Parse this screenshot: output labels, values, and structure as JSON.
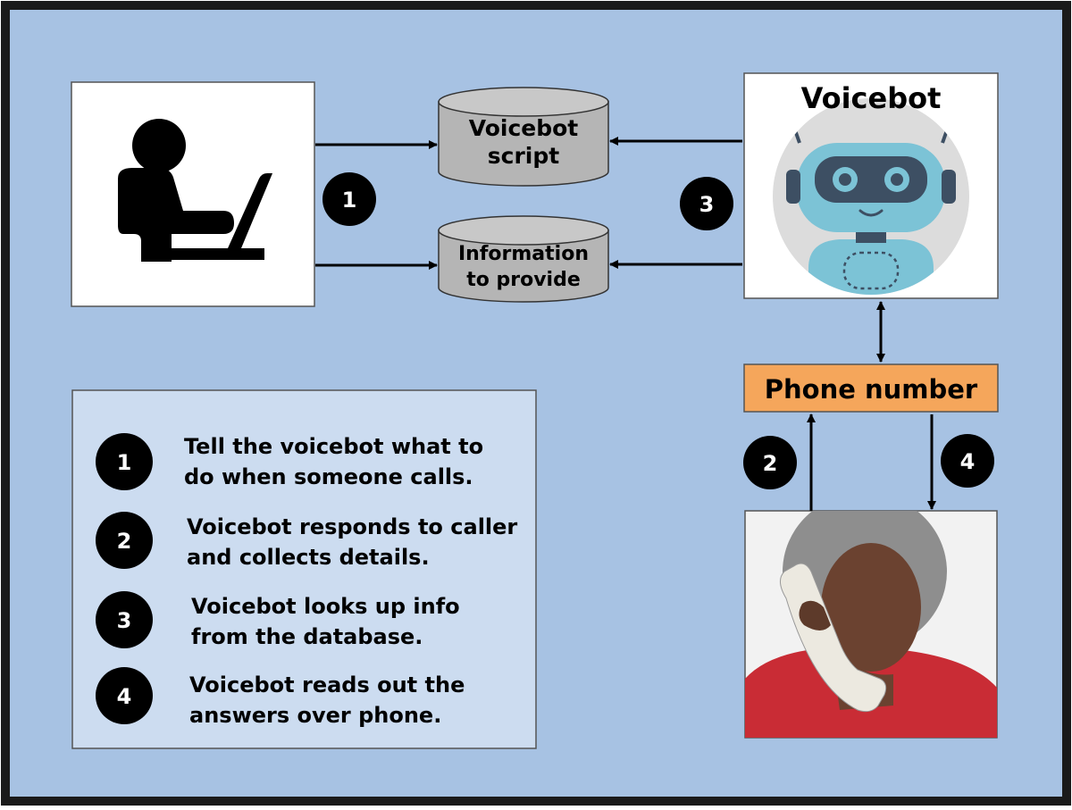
{
  "nodes": {
    "db_script": {
      "line1": "Voicebot",
      "line2": "script"
    },
    "db_info": {
      "line1": "Information",
      "line2": "to provide"
    },
    "voicebot": {
      "label": "Voicebot"
    },
    "phone": {
      "label": "Phone number"
    }
  },
  "badges": {
    "step1": "1",
    "step2": "2",
    "step3": "3",
    "step4": "4"
  },
  "legend": {
    "items": [
      {
        "number": "1",
        "line1": "Tell the voicebot what to",
        "line2": "do when someone calls."
      },
      {
        "number": "2",
        "line1": "Voicebot responds to caller",
        "line2": "and collects details."
      },
      {
        "number": "3",
        "line1": "Voicebot looks up info",
        "line2": "from the database."
      },
      {
        "number": "4",
        "line1": "Voicebot reads out the",
        "line2": "answers over phone."
      }
    ]
  },
  "colors": {
    "background": "#a7c2e3",
    "frame": "#1a1a1a",
    "legend_fill": "#ccdcf0",
    "cylinder": "#b5b5b5",
    "phone_box": "#f5a65b",
    "robot_body": "#7cc3d6",
    "robot_face": "#3d4f63",
    "badge": "#000000"
  }
}
